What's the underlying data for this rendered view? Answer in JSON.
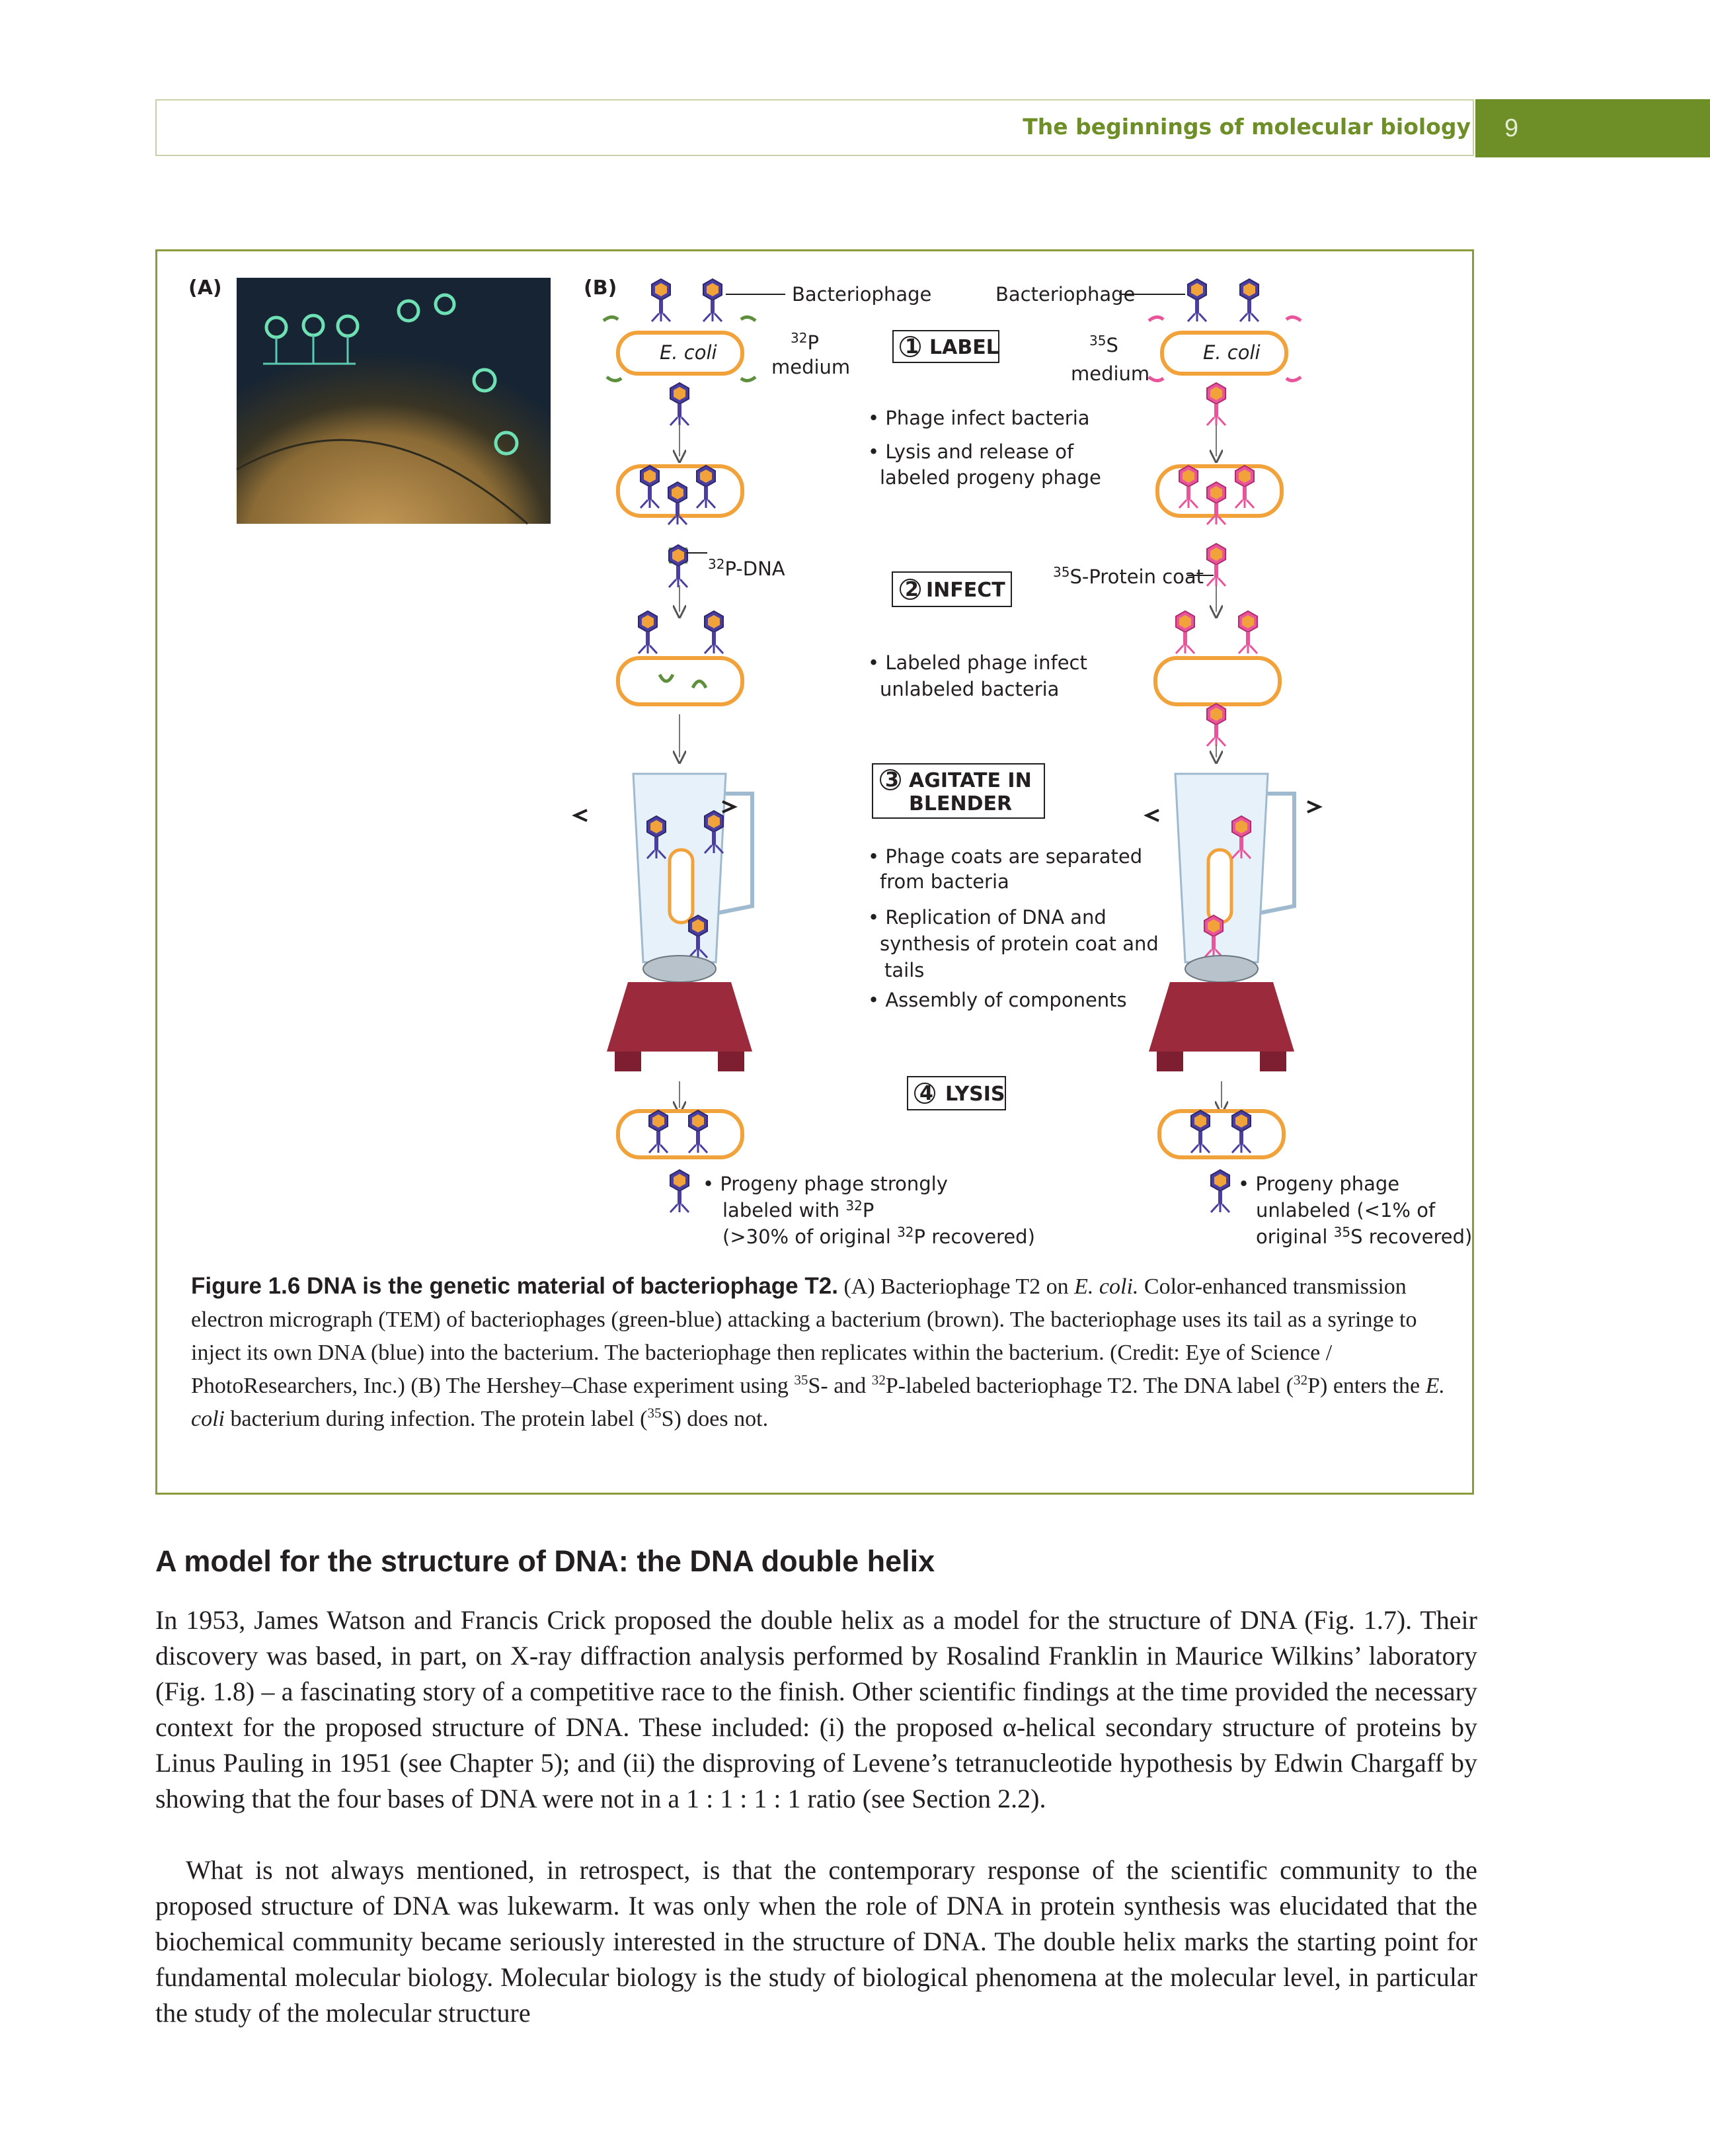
{
  "header": {
    "running_title": "The beginnings of molecular biology",
    "page_number": "9"
  },
  "figure": {
    "panel_a_label": "(A)",
    "panel_b_label": "(B)",
    "bacteriophage_left": "Bacteriophage",
    "bacteriophage_right": "Bacteriophage",
    "ecoli": "E. coli",
    "p32_mass": "32",
    "p32_sym": "P",
    "s35_mass": "35",
    "s35_sym": "S",
    "medium": "medium",
    "steps": [
      {
        "num": "1",
        "label": "LABEL"
      },
      {
        "num": "2",
        "label": "INFECT"
      },
      {
        "num": "3",
        "label_line1": "AGITATE IN",
        "label_line2": "BLENDER"
      },
      {
        "num": "4",
        "label": "LYSIS"
      }
    ],
    "notes": {
      "phage_infect": "Phage infect bacteria",
      "lysis_1": "Lysis and release of",
      "lysis_2": "labeled progeny phage",
      "dna_label": "P-DNA",
      "protein_label": "S-Protein coat",
      "labeled_infect_1": "Labeled phage infect",
      "labeled_infect_2": "unlabeled bacteria",
      "coats_1": "Phage coats are separated",
      "coats_2": "from bacteria",
      "replication_1": "Replication of DNA and",
      "replication_2": "synthesis of protein coat and",
      "replication_3": "tails",
      "assembly": "Assembly of components",
      "progeny_left_1": "Progeny phage strongly",
      "progeny_left_2": "labeled with ",
      "progeny_left_3a": "(>30% of original ",
      "progeny_left_3b": "P recovered)",
      "progeny_right_1": "Progeny phage",
      "progeny_right_2": "unlabeled (<1% of",
      "progeny_right_3a": "original ",
      "progeny_right_3b": "S recovered)"
    },
    "colors": {
      "membrane": "#f2a23a",
      "phage": "#4a3f9f",
      "label32": "#5d8f3c",
      "label35": "#e8559a",
      "blender_base": "#9a2a3c"
    }
  },
  "caption": {
    "head": "Figure 1.6  DNA is the genetic material of bacteriophage T2.",
    "t1": " (A) Bacteriophage T2 on ",
    "t1i": "E. coli.",
    "t2": " Color-enhanced transmission electron micrograph (TEM) of bacteriophages (green-blue) attacking a bacterium (brown). The bacteriophage uses its tail as a syringe to inject its own DNA (blue) into the bacterium. The bacteriophage then replicates within the bacterium. (Credit: Eye of Science / PhotoResearchers, Inc.) (B) The Hershey–Chase experiment using ",
    "s35": "35",
    "t3": "S- and ",
    "p32": "32",
    "t4": "P-labeled bacteriophage T2. The DNA label (",
    "p32b": "32",
    "t5": "P) enters the ",
    "t5i": "E. coli",
    "t6": " bacterium during infection. The protein label (",
    "s35b": "35",
    "t7": "S) does not."
  },
  "section": {
    "heading": "A model for the structure of DNA: the DNA double helix",
    "p1": "In 1953, James Watson and Francis Crick proposed the double helix as a model for the structure of DNA (Fig. 1.7). Their discovery was based, in part, on X-ray diffraction analysis performed by Rosalind Franklin in Maurice Wilkins’ laboratory (Fig. 1.8) – a fascinating story of a competitive race to the finish. Other scientific findings at the time provided the necessary context for the proposed structure of DNA. These included: (i) the proposed α-helical secondary structure of proteins by Linus Pauling in 1951 (see Chapter 5); and (ii) the disproving of Levene’s tetranucleotide hypothesis by Edwin Chargaff by showing that the four bases of DNA were not in a 1 : 1 : 1 : 1 ratio (see Section 2.2).",
    "p2": "What is not always mentioned, in retrospect, is that the contemporary response of the scientific community to the proposed structure of DNA was lukewarm. It was only when the role of DNA in protein synthesis was elucidated that the biochemical community became seriously interested in the structure of DNA. The double helix marks the starting point for fundamental molecular biology. Molecular biology is the study of biological phenomena at the molecular level, in particular the study of the molecular structure"
  }
}
